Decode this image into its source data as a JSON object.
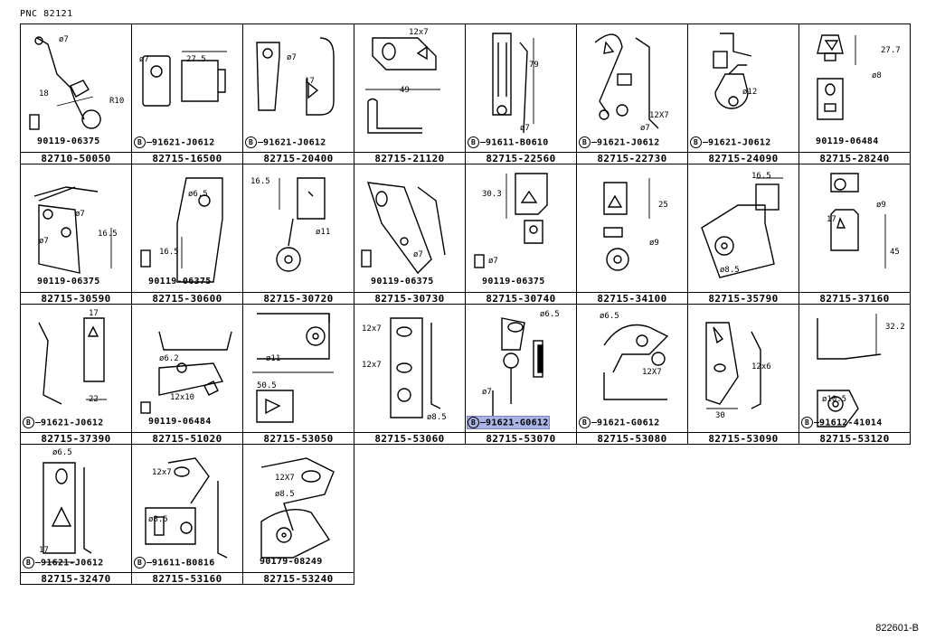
{
  "header": {
    "pnc": "PNC 82121"
  },
  "footer": {
    "code": "822601-B"
  },
  "cells": [
    {
      "pn": "82710-50050",
      "callouts": [
        {
          "text": "90119-06375",
          "pre": ""
        }
      ],
      "dims": [
        "ø7",
        "18",
        "R10"
      ]
    },
    {
      "pn": "82715-16500",
      "callouts": [
        {
          "text": "91621-J0612",
          "pre": "B"
        }
      ],
      "dims": [
        "ø7",
        "27.5"
      ]
    },
    {
      "pn": "82715-20400",
      "callouts": [
        {
          "text": "91621-J0612",
          "pre": "B"
        }
      ],
      "dims": [
        "ø7",
        "17"
      ]
    },
    {
      "pn": "82715-21120",
      "callouts": [],
      "dims": [
        "12x7",
        "49"
      ]
    },
    {
      "pn": "82715-22560",
      "callouts": [
        {
          "text": "91611-B0610",
          "pre": "B"
        }
      ],
      "dims": [
        "79",
        "ø7"
      ]
    },
    {
      "pn": "82715-22730",
      "callouts": [
        {
          "text": "91621-J0612",
          "pre": "B"
        }
      ],
      "dims": [
        "12X7",
        "ø7"
      ]
    },
    {
      "pn": "82715-24090",
      "callouts": [
        {
          "text": "91621-J0612",
          "pre": "B"
        }
      ],
      "dims": [
        "ø12"
      ]
    },
    {
      "pn": "82715-28240",
      "callouts": [
        {
          "text": "90119-06484",
          "pre": ""
        }
      ],
      "dims": [
        "27.7",
        "ø8"
      ]
    },
    {
      "pn": "82715-30590",
      "callouts": [
        {
          "text": "90119-06375",
          "pre": ""
        }
      ],
      "dims": [
        "ø7",
        "ø7",
        "16.5"
      ]
    },
    {
      "pn": "82715-30600",
      "callouts": [
        {
          "text": "90119-06375",
          "pre": ""
        }
      ],
      "dims": [
        "ø6.5",
        "16.5"
      ]
    },
    {
      "pn": "82715-30720",
      "callouts": [],
      "dims": [
        "16.5",
        "ø11"
      ]
    },
    {
      "pn": "82715-30730",
      "callouts": [
        {
          "text": "90119-06375",
          "pre": ""
        }
      ],
      "dims": [
        "ø7"
      ]
    },
    {
      "pn": "82715-30740",
      "callouts": [
        {
          "text": "90119-06375",
          "pre": ""
        }
      ],
      "dims": [
        "30.3",
        "ø7"
      ]
    },
    {
      "pn": "82715-34100",
      "callouts": [],
      "dims": [
        "25",
        "ø9"
      ]
    },
    {
      "pn": "82715-35790",
      "callouts": [],
      "dims": [
        "16.5",
        "ø8.5"
      ]
    },
    {
      "pn": "82715-37160",
      "callouts": [],
      "dims": [
        "ø9",
        "17",
        "45"
      ]
    },
    {
      "pn": "82715-37390",
      "callouts": [
        {
          "text": "91621-J0612",
          "pre": "B"
        }
      ],
      "dims": [
        "17",
        "22"
      ]
    },
    {
      "pn": "82715-51020",
      "callouts": [
        {
          "text": "90119-06484",
          "pre": ""
        }
      ],
      "dims": [
        "ø6.2",
        "12x10"
      ]
    },
    {
      "pn": "82715-53050",
      "callouts": [],
      "dims": [
        "ø11",
        "50.5"
      ]
    },
    {
      "pn": "82715-53060",
      "callouts": [],
      "dims": [
        "12x7",
        "12x7",
        "ø8.5"
      ]
    },
    {
      "pn": "82715-53070",
      "callouts": [
        {
          "text": "91621-G0612",
          "pre": "B",
          "highlight": true
        }
      ],
      "dims": [
        "ø6.5",
        "ø7"
      ]
    },
    {
      "pn": "82715-53080",
      "callouts": [
        {
          "text": "91621-G0612",
          "pre": "B"
        }
      ],
      "dims": [
        "ø6.5",
        "12X7"
      ]
    },
    {
      "pn": "82715-53090",
      "callouts": [],
      "dims": [
        "12x6",
        "30"
      ]
    },
    {
      "pn": "82715-53120",
      "callouts": [
        {
          "text": "91612-41014",
          "pre": "B"
        }
      ],
      "dims": [
        "32.2",
        "ø10.5"
      ]
    },
    {
      "pn": "82715-32470",
      "callouts": [
        {
          "text": "91621-J0612",
          "pre": "B"
        }
      ],
      "dims": [
        "ø6.5",
        "17"
      ]
    },
    {
      "pn": "82715-53160",
      "callouts": [
        {
          "text": "91611-B0816",
          "pre": "B"
        }
      ],
      "dims": [
        "12x7",
        "ø8.5"
      ]
    },
    {
      "pn": "82715-53240",
      "callouts": [
        {
          "text": "90179-08249",
          "pre": ""
        }
      ],
      "dims": [
        "12X7",
        "ø8.5"
      ]
    }
  ]
}
